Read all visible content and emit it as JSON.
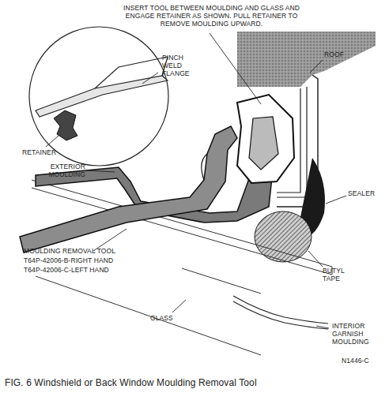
{
  "diagram": {
    "caption": "FIG. 6 Windshield or Back Window Moulding Removal Tool",
    "labels": [
      "INSERT TOOL BETWEEN MOULDING AND GLASS AND ENGAGE RETAINER AS SHOWN. PULL RETAINER TO REMOVE MOULDING UPWARD.",
      "ROOF",
      "PINCH WELD FLANGE",
      "RETAINER",
      "EXTERIOR MOULDING",
      "SEALER",
      "MOULDING REMOVAL TOOL",
      "T64P-42006-B-RIGHT HAND",
      "T64P-42006-C-LEFT HAND",
      "BUTYL TAPE",
      "GLASS",
      "INTERIOR GARNISH MOULDING",
      "N1446-C"
    ]
  }
}
